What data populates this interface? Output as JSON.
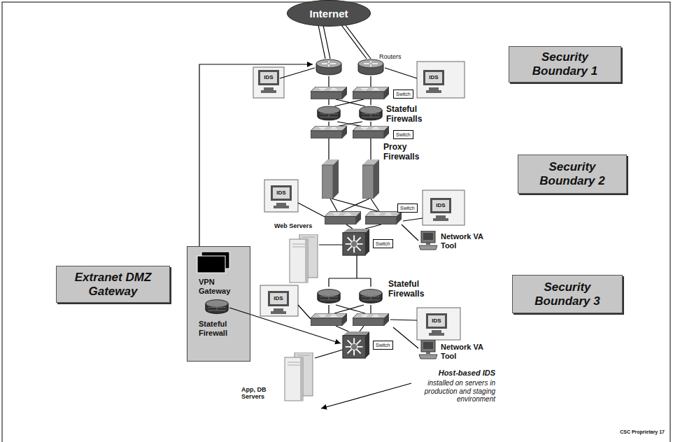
{
  "diagram": {
    "nodes": [
      {
        "text": [
          "Internet"
        ]
      },
      {
        "text": [
          "IDS"
        ]
      },
      {
        "text": [
          "IDS"
        ]
      },
      {
        "text": [
          "Switch"
        ]
      },
      {
        "text": [
          "Security Boundary 1"
        ]
      },
      {
        "text": [
          "Switch"
        ]
      },
      {
        "text": [
          "Security Boundary 2"
        ]
      },
      {
        "text": [
          "IDS"
        ]
      },
      {
        "text": [
          "Switch"
        ]
      },
      {
        "text": [
          "IDS"
        ]
      },
      {
        "text": [
          "Switch"
        ]
      },
      {
        "text": [
          "Extranet DMZ Gateway"
        ]
      },
      {
        "text": [
          "VPN Gateway",
          "Stateful Firewall"
        ]
      },
      {
        "text": [
          "IDS"
        ]
      },
      {
        "text": [
          "Security Boundary 3"
        ]
      },
      {
        "text": [
          "IDS"
        ]
      },
      {
        "text": [
          "Switch"
        ]
      }
    ],
    "labels": [
      "Routers",
      "Stateful Firewalls",
      "Proxy Firewalls",
      "Network VA Tool",
      "Web Servers",
      "Stateful Firewalls",
      "Network VA Tool",
      "App, DB Servers",
      "Host-based IDS",
      "installed on servers in production and staging environment",
      "CSC Proprietary 17"
    ]
  }
}
